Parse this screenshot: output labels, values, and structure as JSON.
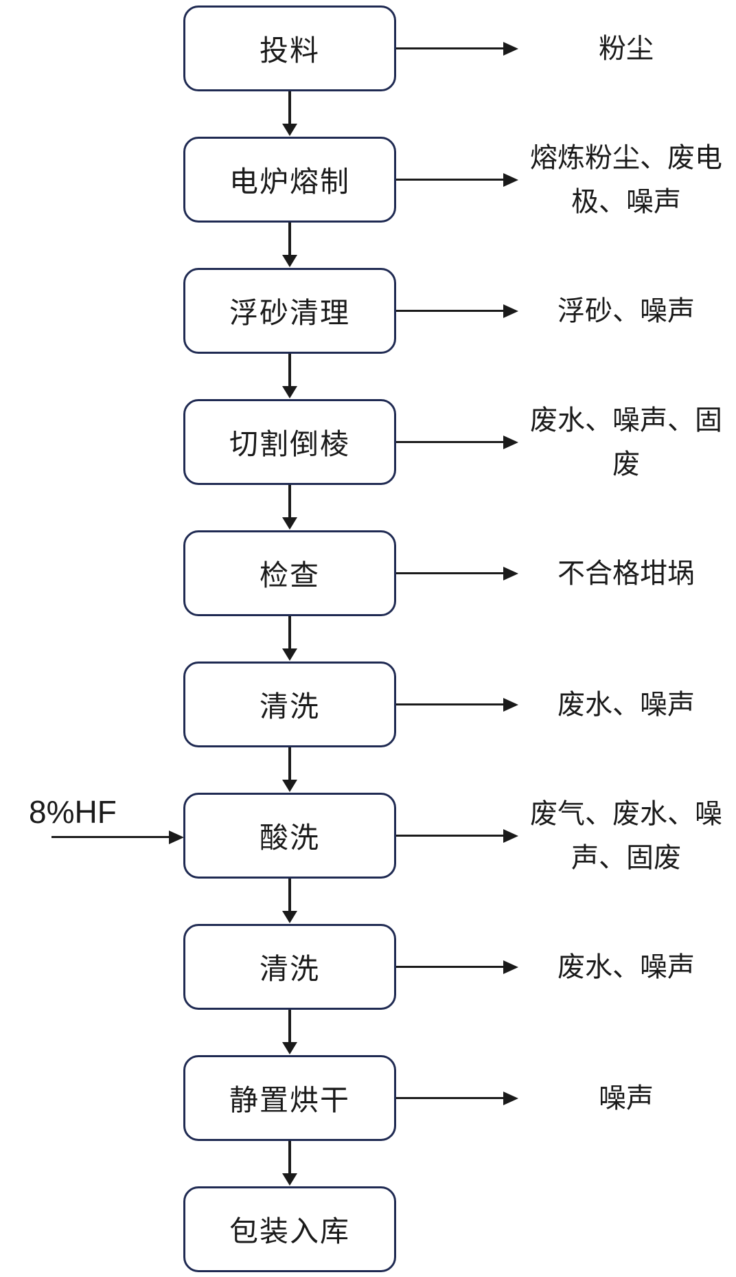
{
  "diagram": {
    "title": "crucible-production-process-flow",
    "input": {
      "label": "8%HF"
    },
    "steps": [
      {
        "label": "投料",
        "output": "粉尘"
      },
      {
        "label": "电炉熔制",
        "output": "熔炼粉尘、废电极、噪声"
      },
      {
        "label": "浮砂清理",
        "output": "浮砂、噪声"
      },
      {
        "label": "切割倒棱",
        "output": "废水、噪声、固废"
      },
      {
        "label": "检查",
        "output": "不合格坩埚"
      },
      {
        "label": "清洗",
        "output": "废水、噪声"
      },
      {
        "label": "酸洗",
        "output": "废气、废水、噪声、固废",
        "input": "8%HF"
      },
      {
        "label": "清洗",
        "output": "废水、噪声"
      },
      {
        "label": "静置烘干",
        "output": "噪声"
      },
      {
        "label": "包装入库",
        "output": ""
      }
    ],
    "colors": {
      "box_border": "#1f2a52",
      "arrow": "#1a1a1a",
      "text": "#1a1a1a"
    }
  }
}
